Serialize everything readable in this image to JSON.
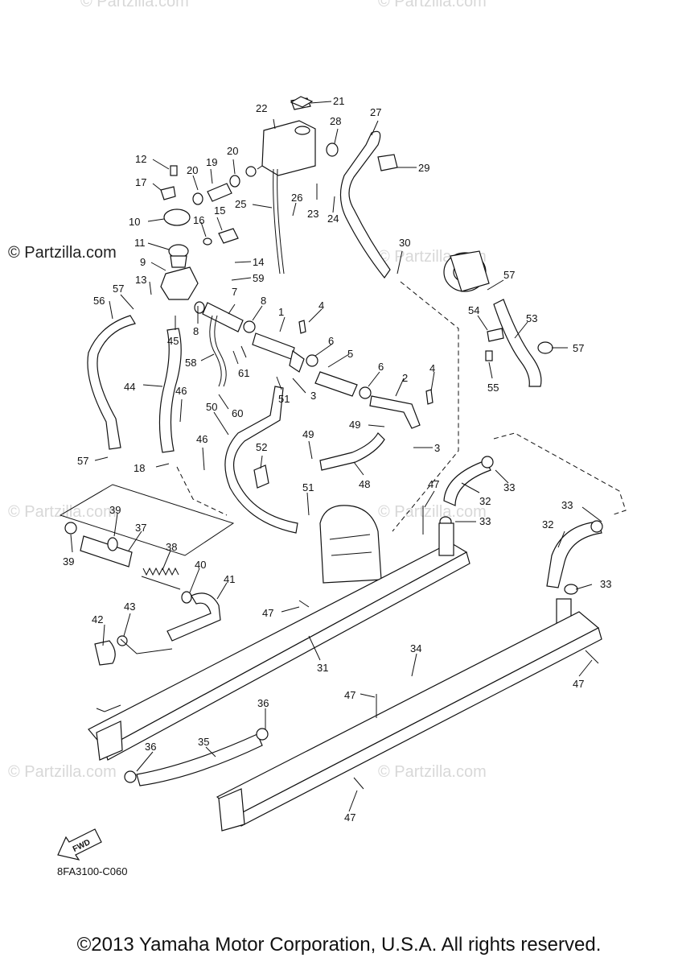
{
  "brand_mark": "© Partzilla.com",
  "watermark_text": "© Partzilla.com",
  "diagram_code": "8FA3100-C060",
  "fwd_label": "FWD",
  "copyright": "©2013 Yamaha Motor Corporation, U.S.A. All rights reserved.",
  "labels": [
    "1",
    "2",
    "3",
    "4",
    "5",
    "6",
    "7",
    "8",
    "9",
    "10",
    "11",
    "12",
    "13",
    "14",
    "15",
    "16",
    "17",
    "18",
    "19",
    "20",
    "21",
    "22",
    "23",
    "24",
    "25",
    "26",
    "27",
    "28",
    "29",
    "30",
    "31",
    "32",
    "33",
    "34",
    "35",
    "36",
    "37",
    "38",
    "39",
    "40",
    "41",
    "42",
    "43",
    "44",
    "45",
    "46",
    "47",
    "48",
    "49",
    "50",
    "51",
    "52",
    "53",
    "54",
    "55",
    "56",
    "57",
    "58",
    "59",
    "60",
    "61"
  ],
  "colors": {
    "line": "#111111",
    "watermark": "#d8d8d8",
    "background": "#ffffff"
  }
}
